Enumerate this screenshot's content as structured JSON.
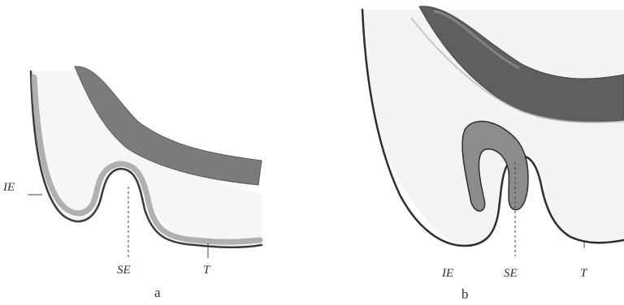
{
  "panels": [
    {
      "caption": "a",
      "labels": {
        "ie": "IE",
        "se": "SE",
        "t": "T"
      }
    },
    {
      "caption": "b",
      "labels": {
        "ie": "IE",
        "se": "SE",
        "t": "T"
      }
    }
  ],
  "colors": {
    "band": "#7b7b7b",
    "band_dark": "#555555",
    "epithelium": "#b0b0b0",
    "outline": "#3a3a3a",
    "mesenchyme": "#f7f7f7",
    "text": "#333333"
  }
}
